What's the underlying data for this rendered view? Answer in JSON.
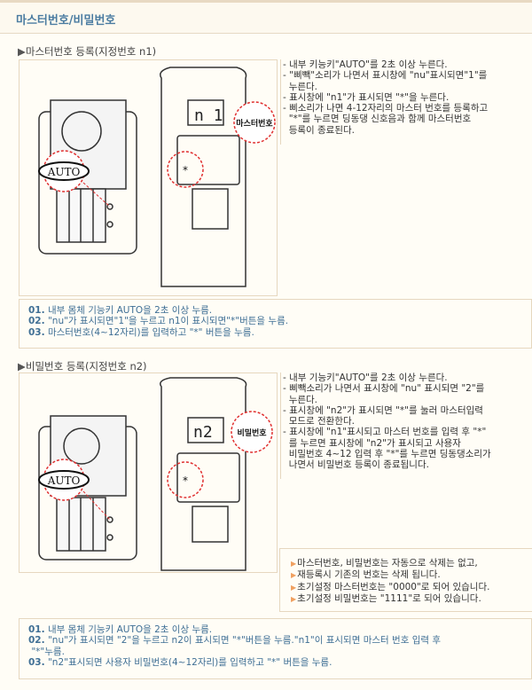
{
  "header": {
    "title": "마스터번호/비밀번호"
  },
  "sections": [
    {
      "heading": "마스터번호 등록(지정번호 n1)",
      "display": "n 1",
      "callout": "마스터번호",
      "auto_label": "AUTO",
      "description": [
        "- 내부 키능키\"AUTO\"를 2초 이상 누른다.",
        "- \"삐빽\"소리가 나면서 표시창에 \"nu\"표시되면\"1\"를\n  누른다.",
        "- 표시창에 \"n1\"가 표시되면 \"*\"을 누른다.",
        "- 삐소리가 나면 4-12자리의 마스터 번호를 등록하고\n  \"*\"를 누르면 딩동댕 신호음과 함께 마스터번호\n  등록이 종료된다."
      ],
      "steps": [
        {
          "num": "01.",
          "text": "내부 몸체 기능키 AUTO을 2초 이상 누름."
        },
        {
          "num": "02.",
          "text": "\"nu\"가 표시되면\"1\"을 누르고 n1이 표시되면\"*\"버튼을 누름."
        },
        {
          "num": "03.",
          "text": "마스터번호(4~12자리)를 입력하고 \"*\" 버튼을 누름."
        }
      ]
    },
    {
      "heading": "비밀번호 등록(지정번호 n2)",
      "display": "n2",
      "callout": "비밀번호",
      "auto_label": "AUTO",
      "description": [
        "- 내부 기능키\"AUTO\"를 2초 이상 누른다.",
        "- 삐빽소리가 나면서 표시창에 \"nu\" 표시되면 \"2\"를\n  누른다.",
        "- 표시창에 \"n2\"가 표시되면 \"*\"를 눌러 마스터입력\n  모드로 전환한다.",
        "- 표시창에 \"n1\"표시되고 마스터 번호를 입력 후 \"*\"\n  를 누르면 표시창에 \"n2\"가 표시되고 사용자\n  비밀번호 4~12 입력 후 \"*\"를 누르면 딩동댕소리가\n  나면서 비밀번호 등록이 종료됩니다."
      ],
      "notes": [
        "마스터번호, 비밀번호는 자동으로 삭제는 없고,",
        "재등록시 기존의 번호는 삭제 됩니다.",
        "초기설정 마스터번호는 \"0000\"로 되어 있습니다.",
        "초기설정 비밀번호는 \"1111\"로 되어 있습니다."
      ],
      "steps": [
        {
          "num": "01.",
          "text": "내부 몸체 기능키 AUTO을 2초 이상 누름."
        },
        {
          "num": "02.",
          "text": "\"nu\"가 표시되면 \"2\"을 누르고 n2이 표시되면 \"*\"버튼을 누름.\"n1\"이 표시되면 마스터 번호 입력 후\n \"*\"누름."
        },
        {
          "num": "03.",
          "text": "\"n2\"표시되면 사용자 비밀번호(4~12자리)를 입력하고 \"*\" 버튼을 누름."
        }
      ]
    }
  ],
  "colors": {
    "title": "#4b7ca1",
    "steps": "#3f6f95",
    "border": "#e6d7bf",
    "callout": "#e03030"
  },
  "icons": {
    "section_marker": "triangle-right-icon",
    "note_marker": "small-arrow-icon"
  }
}
